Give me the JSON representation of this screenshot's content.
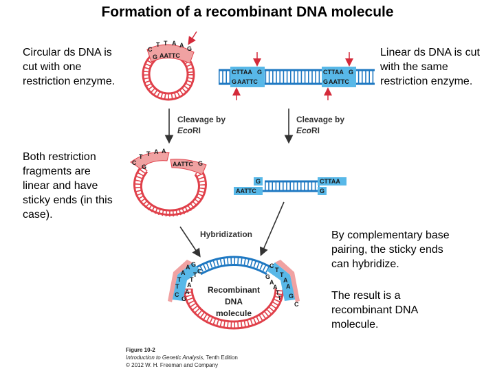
{
  "title": "Formation of a recombinant DNA molecule",
  "notes": {
    "circular": "Circular ds DNA is cut with one restriction enzyme.",
    "linear": "Linear ds DNA is cut with the same restriction enzyme.",
    "fragments": "Both restriction fragments are linear and have sticky ends (in this case).",
    "pairing": "By complementary base pairing, the sticky ends can hybridize.",
    "result": "The result is a recombinant DNA molecule."
  },
  "steps": {
    "cleavage_prefix": "Cleavage by",
    "enzyme_italic": "Eco",
    "enzyme_rest": "RI",
    "hybridization": "Hybridization"
  },
  "sequences": {
    "top_cut": "CTTAA",
    "top_single": "G",
    "bottom_cut": "AATTC",
    "bottom_single": "G",
    "c": "C",
    "t": "T",
    "a": "A"
  },
  "product": {
    "line1": "Recombinant",
    "line2": "DNA",
    "line3": "molecule"
  },
  "caption": {
    "figure": "Figure 10-2",
    "book_italic": "Introduction to Genetic Analysis",
    "edition": ", Tenth Edition",
    "copyright": "© 2012 W. H. Freeman and Company"
  },
  "colors": {
    "red_dna": "#e0404a",
    "red_box": "#f0a2a2",
    "blue_dna": "#1e78c2",
    "blue_box": "#58b8e8",
    "arrow": "#333333",
    "cut_arrow": "#d42a3a"
  }
}
